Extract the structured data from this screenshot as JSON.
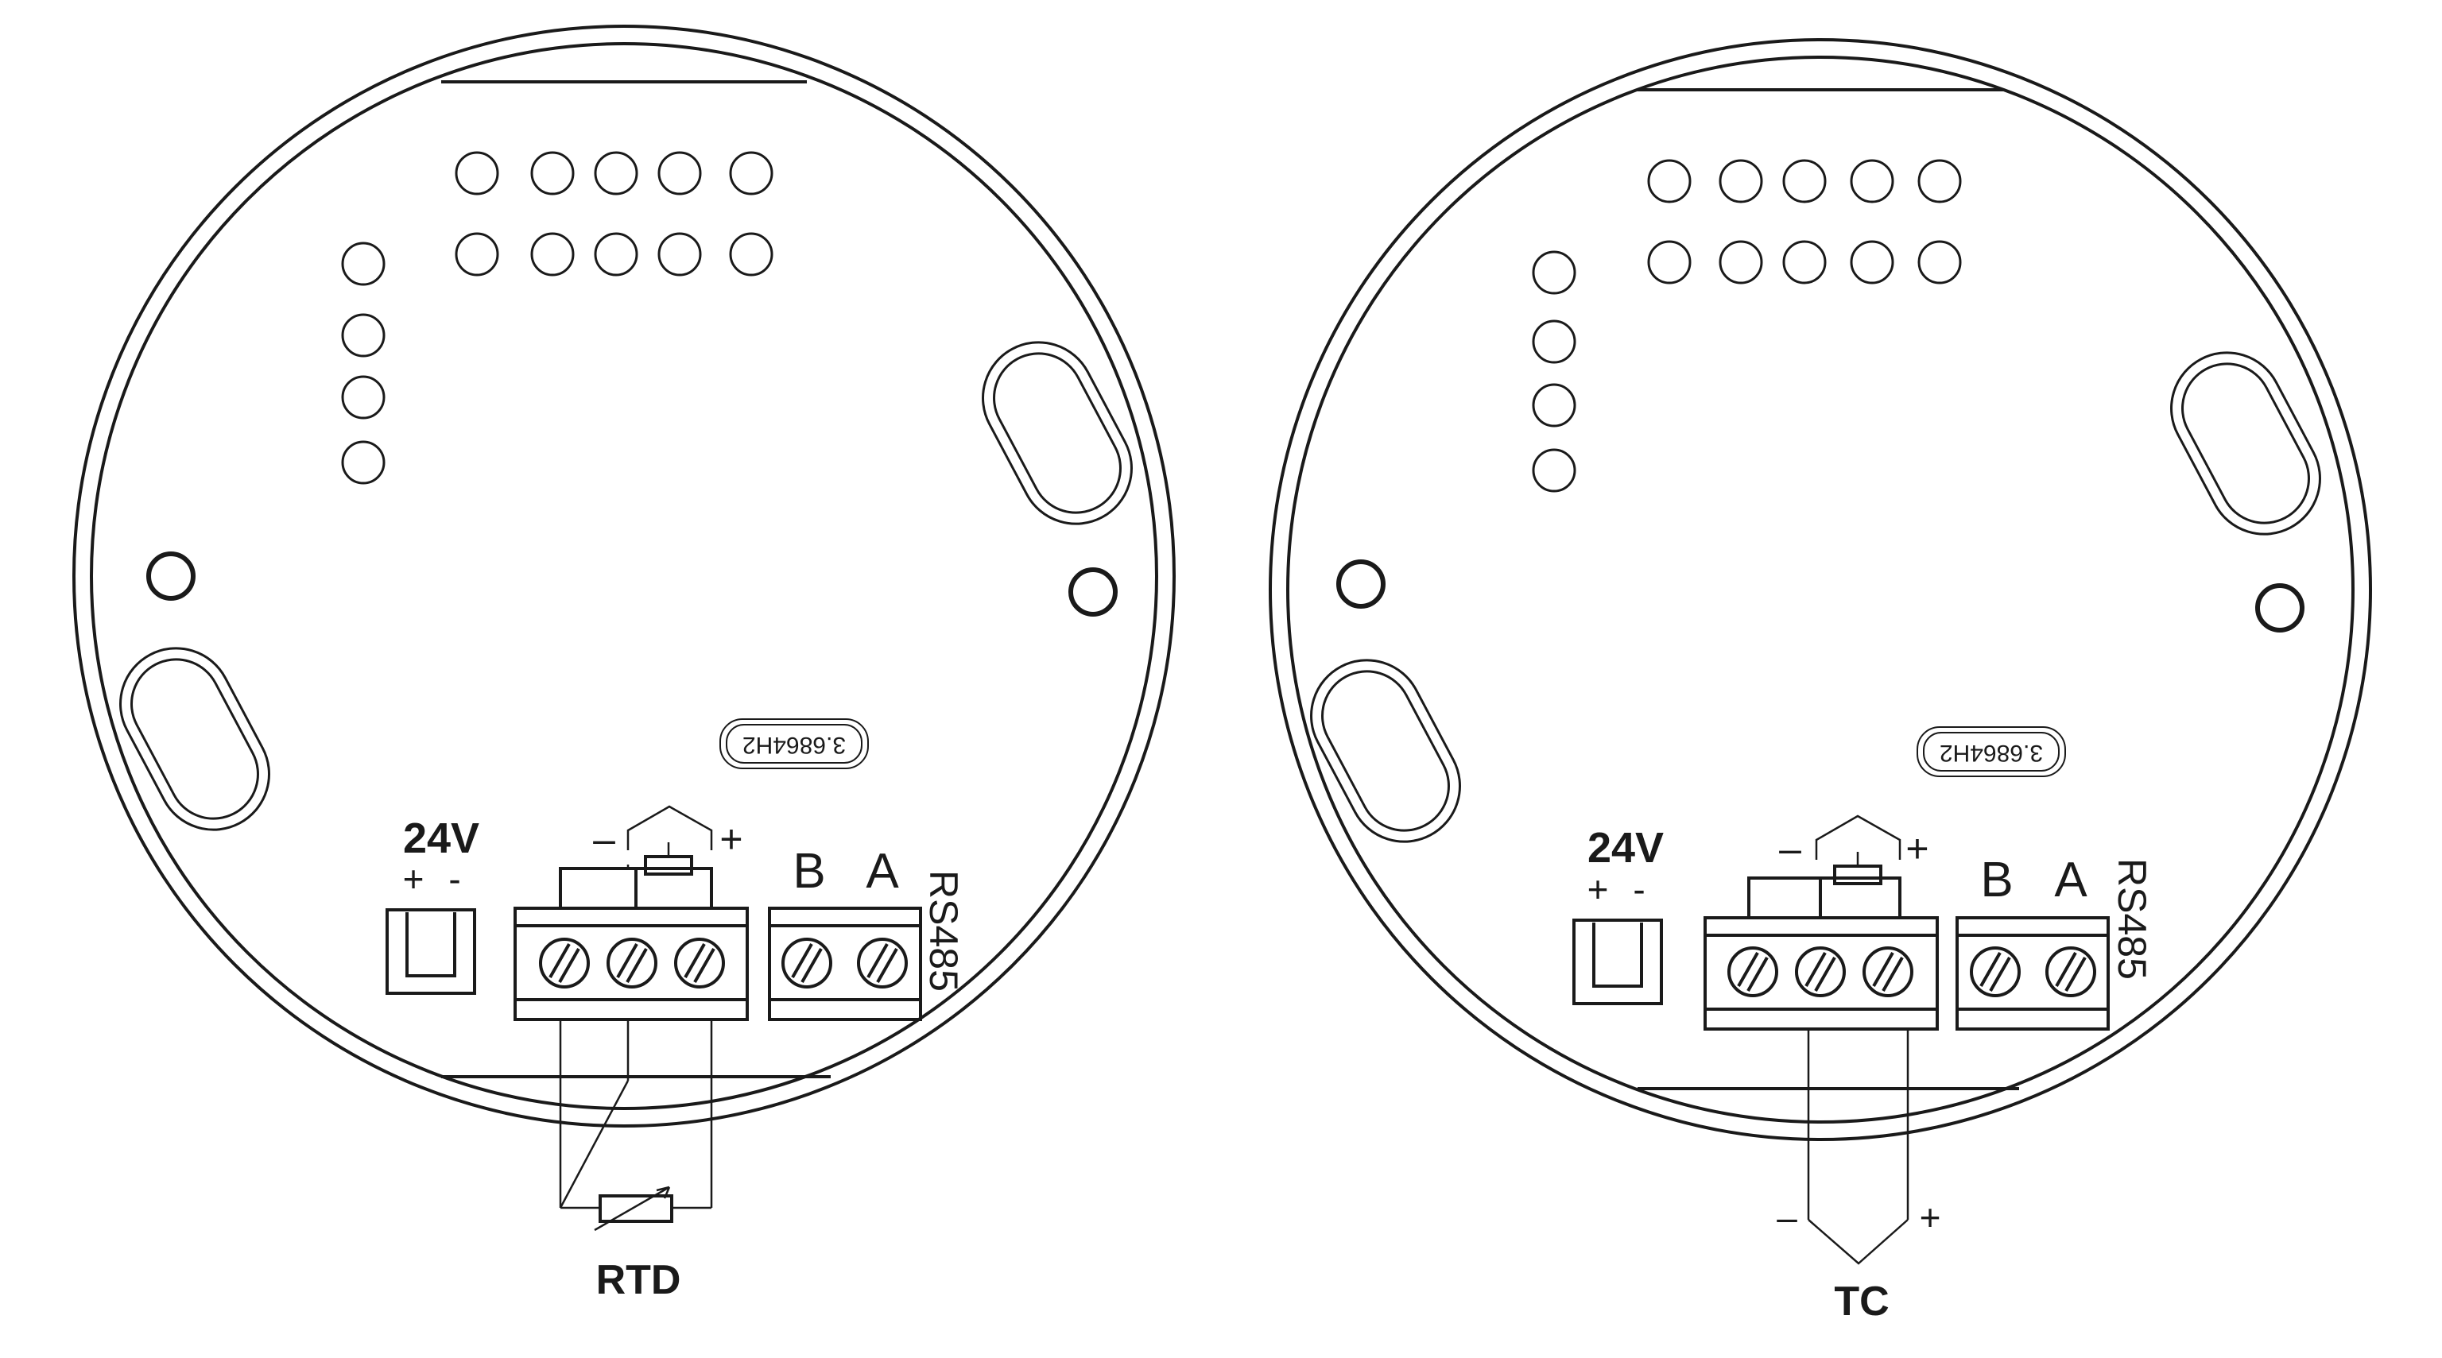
{
  "diagrams": [
    {
      "id": "rtd",
      "power_label": "24V",
      "power_plus": "+",
      "power_minus": "-",
      "sensor_minus": "–",
      "sensor_plus": "+",
      "comm_b": "B",
      "comm_a": "A",
      "comm_label": "RS485",
      "part_number": "3.6864H2",
      "sensor_label": "RTD"
    },
    {
      "id": "tc",
      "power_label": "24V",
      "power_plus": "+",
      "power_minus": "-",
      "sensor_minus": "–",
      "sensor_plus": "+",
      "comm_b": "B",
      "comm_a": "A",
      "comm_label": "RS485",
      "part_number": "3.6864H2",
      "sensor_label": "TC",
      "tc_minus": "–",
      "tc_plus": "+"
    }
  ]
}
